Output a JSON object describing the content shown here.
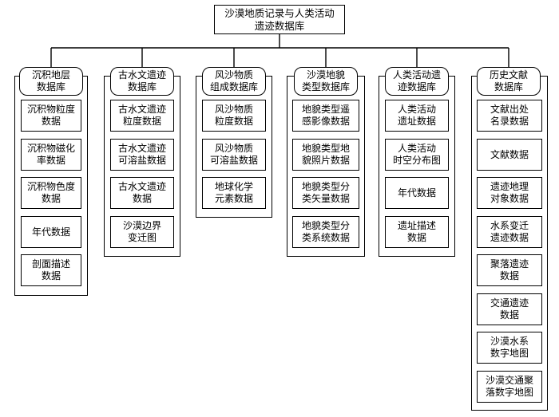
{
  "root": {
    "label": "沙漠地质记录与人类活动\n遗迹数据库"
  },
  "databases": [
    {
      "title": "沉积地层\n数据库",
      "items": [
        "沉积物粒度\n数据",
        "沉积物磁化\n率数据",
        "沉积物色度\n数据",
        "年代数据",
        "剖面描述\n数据"
      ]
    },
    {
      "title": "古水文遗迹\n数据库",
      "items": [
        "古水文遗迹\n粒度数据",
        "古水文遗迹\n可溶盐数据",
        "古水文遗迹\n数据",
        "沙漠边界\n变迁图"
      ]
    },
    {
      "title": "风沙物质\n组成数据库",
      "items": [
        "风沙物质\n粒度数据",
        "风沙物质\n可溶盐数据",
        "地球化学\n元素数据"
      ]
    },
    {
      "title": "沙漠地貌\n类型数据库",
      "items": [
        "地貌类型遥\n感影像数据",
        "地貌类型地\n貌照片数据",
        "地貌类型分\n类矢量数据",
        "地貌类型分\n类系统数据"
      ]
    },
    {
      "title": "人类活动遗\n迹数据库",
      "items": [
        "人类活动\n遗址数据",
        "人类活动\n时空分布图",
        "年代数据",
        "遗址描述\n数据"
      ]
    },
    {
      "title": "历史文献\n数据库",
      "items": [
        "文献出处\n名录数据",
        "文献数据",
        "遗迹地理\n对象数据",
        "水系变迁\n遗迹数据",
        "聚落遗迹\n数据",
        "交通遗迹\n数据",
        "沙漠水系\n数字地图",
        "沙漠交通聚\n落数字地图"
      ]
    }
  ]
}
